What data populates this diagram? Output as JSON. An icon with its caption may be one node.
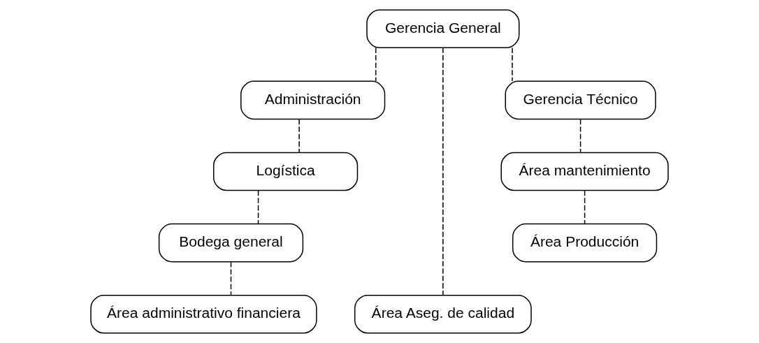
{
  "diagram": {
    "nodes": [
      {
        "text": [
          "Gerencia General"
        ]
      },
      {
        "text": [
          "Administración"
        ]
      },
      {
        "text": [
          "Logística"
        ]
      },
      {
        "text": [
          "Bodega general"
        ]
      },
      {
        "text": [
          "Área administrativo financiera"
        ]
      },
      {
        "text": [
          "Área Aseg. de calidad"
        ]
      },
      {
        "text": [
          "Gerencia Técnico"
        ]
      },
      {
        "text": [
          "Área mantenimiento"
        ]
      },
      {
        "text": [
          "Área Producción"
        ]
      }
    ],
    "edges": [
      {
        "from": 0,
        "to": 1,
        "arrow": "none",
        "style": "dashed"
      },
      {
        "from": 0,
        "to": 5,
        "arrow": "none",
        "style": "dashed"
      },
      {
        "from": 0,
        "to": 6,
        "arrow": "none",
        "style": "dashed"
      },
      {
        "from": 1,
        "to": 2,
        "arrow": "none",
        "style": "dashed"
      },
      {
        "from": 2,
        "to": 3,
        "arrow": "none",
        "style": "dashed"
      },
      {
        "from": 3,
        "to": 4,
        "arrow": "none",
        "style": "dashed"
      },
      {
        "from": 6,
        "to": 7,
        "arrow": "none",
        "style": "dashed"
      },
      {
        "from": 7,
        "to": 8,
        "arrow": "none",
        "style": "dashed"
      }
    ]
  }
}
